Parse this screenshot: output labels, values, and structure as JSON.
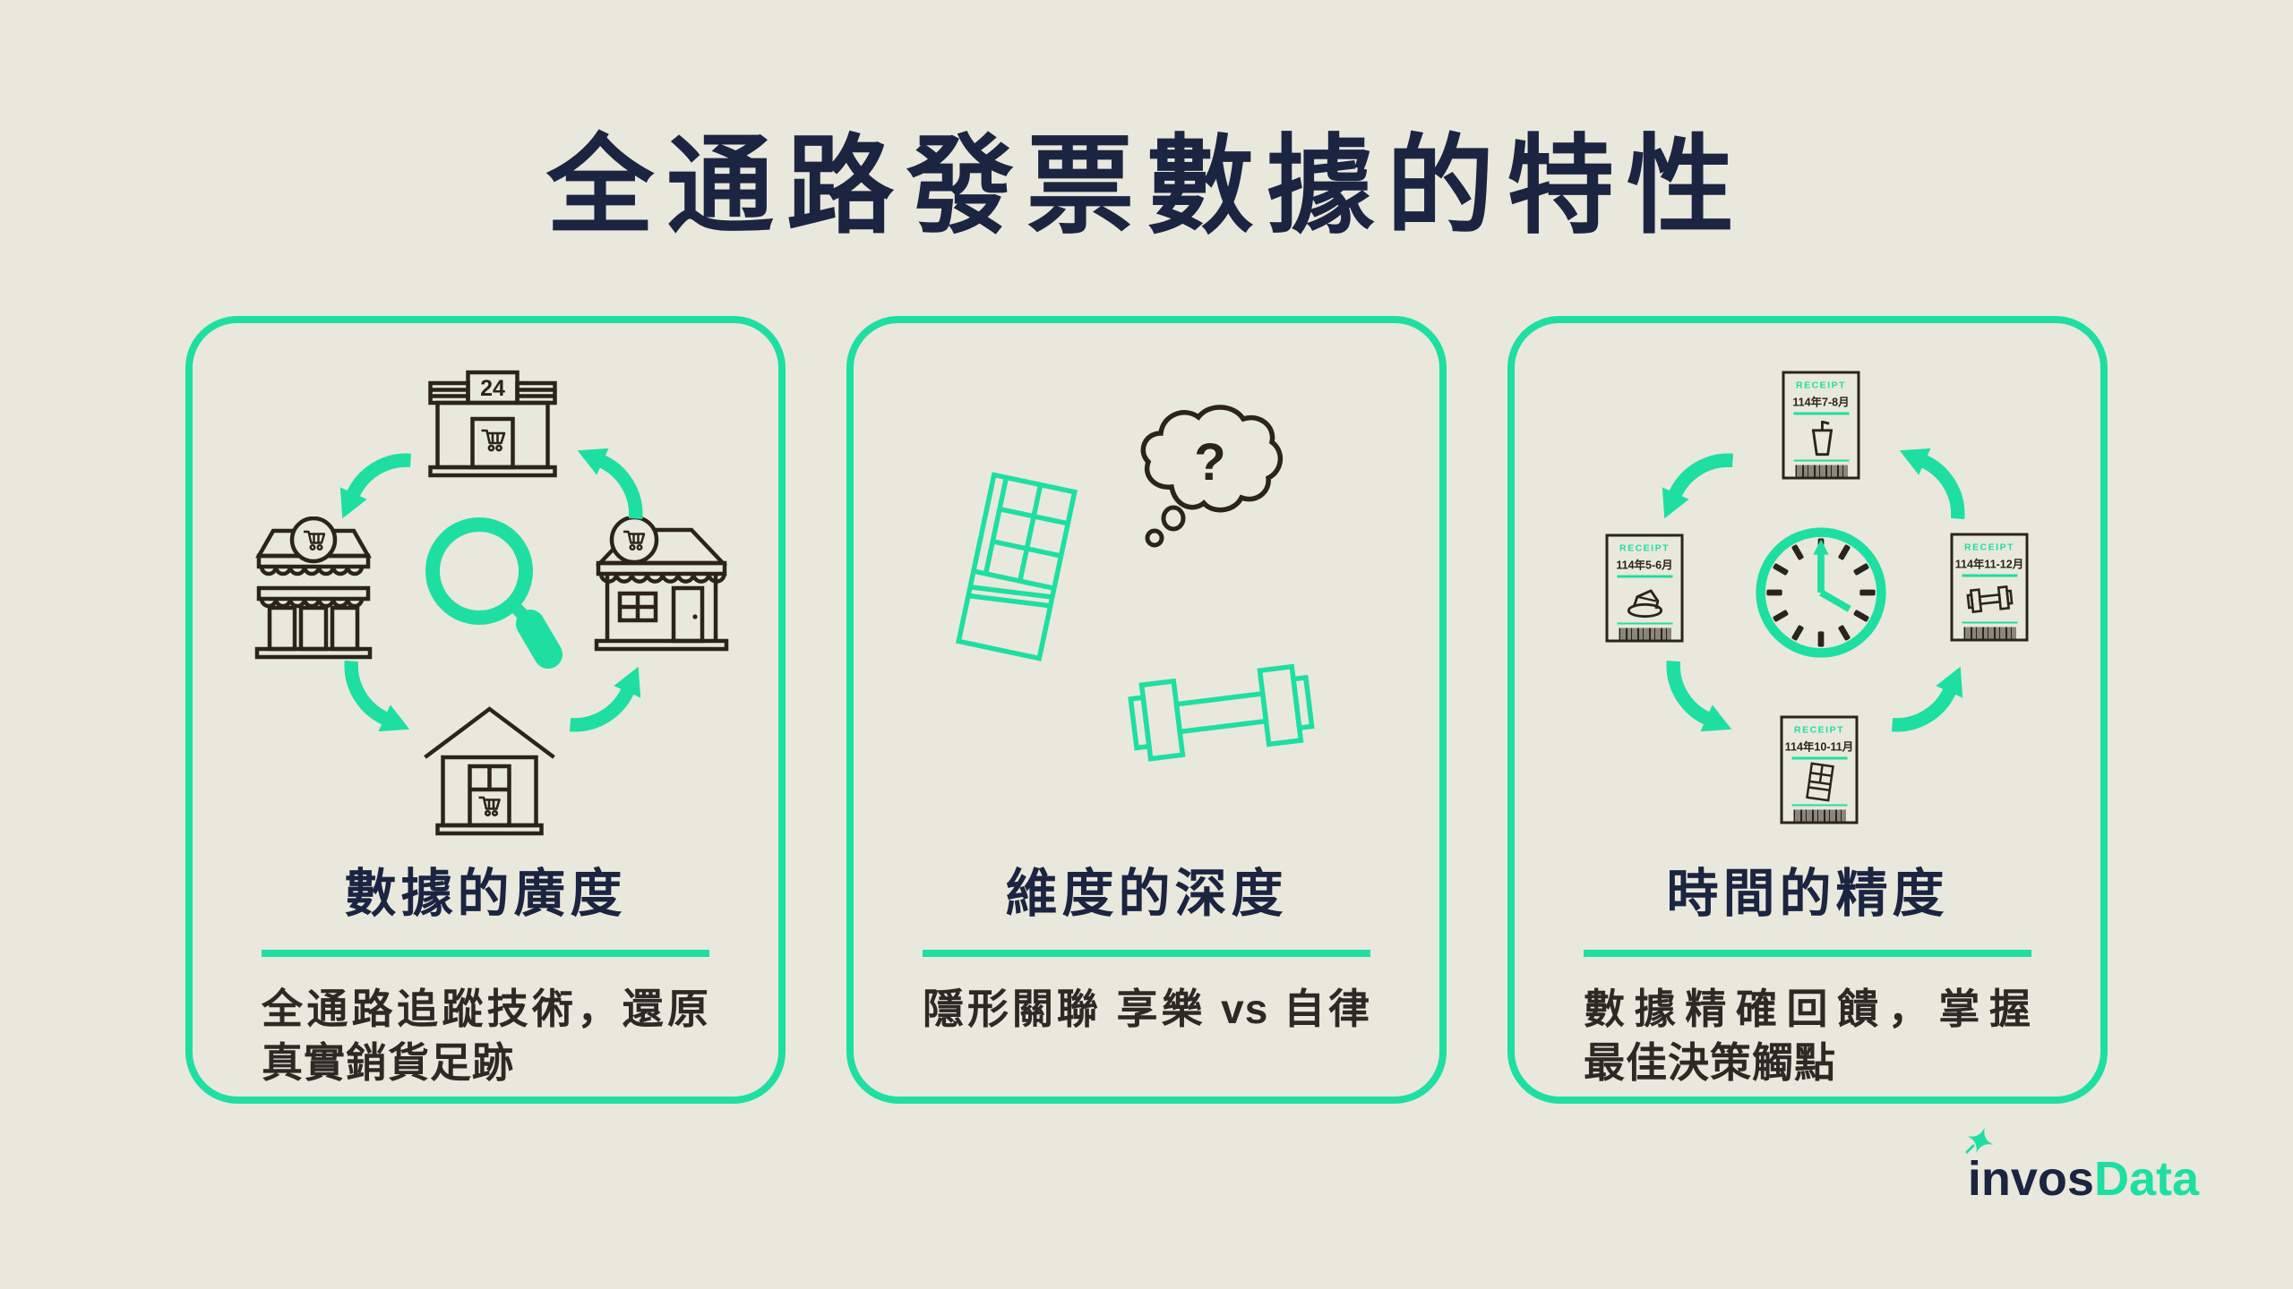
{
  "title": "全通路發票數據的特性",
  "colors": {
    "background": "#e9e8dc",
    "accent_green": "#1edfa1",
    "navy": "#1b2541",
    "ink": "#2b241c"
  },
  "cards": [
    {
      "heading": "數據的廣度",
      "body_lines": [
        "全通路追蹤技術，還原",
        "真實銷貨足跡"
      ],
      "store_sign": "24",
      "icons": [
        "convenience-store-icon",
        "supermarket-icon",
        "shop-icon",
        "house-icon",
        "magnifier-icon",
        "cycle-arrows"
      ]
    },
    {
      "heading": "維度的深度",
      "body_lines": [
        "隱形關聯 享樂 vs 自律"
      ],
      "bubble_symbol": "?",
      "icons": [
        "chocolate-bar-icon",
        "thought-bubble-icon",
        "dumbbell-icon"
      ]
    },
    {
      "heading": "時間的精度",
      "body_lines": [
        "數據精確回饋，掌握",
        "最佳決策觸點"
      ],
      "receipts": [
        {
          "label": "RECEIPT",
          "period": "114年7-8月",
          "item": "drink-cup-icon"
        },
        {
          "label": "RECEIPT",
          "period": "114年5-6月",
          "item": "cake-icon"
        },
        {
          "label": "RECEIPT",
          "period": "114年11-12月",
          "item": "dumbbell-small-icon"
        },
        {
          "label": "RECEIPT",
          "period": "114年10-11月",
          "item": "fridge-icon"
        }
      ],
      "icons": [
        "clock-icon",
        "cycle-arrows"
      ]
    }
  ],
  "logo": {
    "invos": "invos",
    "data": "Data"
  }
}
